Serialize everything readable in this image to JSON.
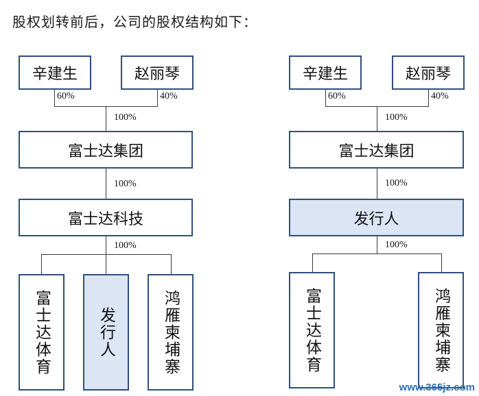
{
  "heading": "股权划转前后，公司的股权结构如下：",
  "colors": {
    "border": "#2e4e7e",
    "highlight_fill": "#dbe5f3",
    "line": "#3a3a3a",
    "watermark": "#2f6fb4"
  },
  "before": {
    "person_1": "辛建生",
    "person_2": "赵丽琴",
    "pct_1": "60%",
    "pct_2": "40%",
    "pct_group": "100%",
    "group": "富士达集团",
    "pct_tech": "100%",
    "tech": "富士达科技",
    "pct_subs": "100%",
    "sub_1": "富士达体育",
    "sub_2": "发行人",
    "sub_3": "鸿雁柬埔寨"
  },
  "after": {
    "person_1": "辛建生",
    "person_2": "赵丽琴",
    "pct_1": "60%",
    "pct_2": "40%",
    "pct_group": "100%",
    "group": "富士达集团",
    "pct_issuer": "100%",
    "issuer": "发行人",
    "pct_subs": "100%",
    "sub_1": "富士达体育",
    "sub_2": "鸿雁柬埔寨"
  },
  "watermark": "www.365jz.com"
}
